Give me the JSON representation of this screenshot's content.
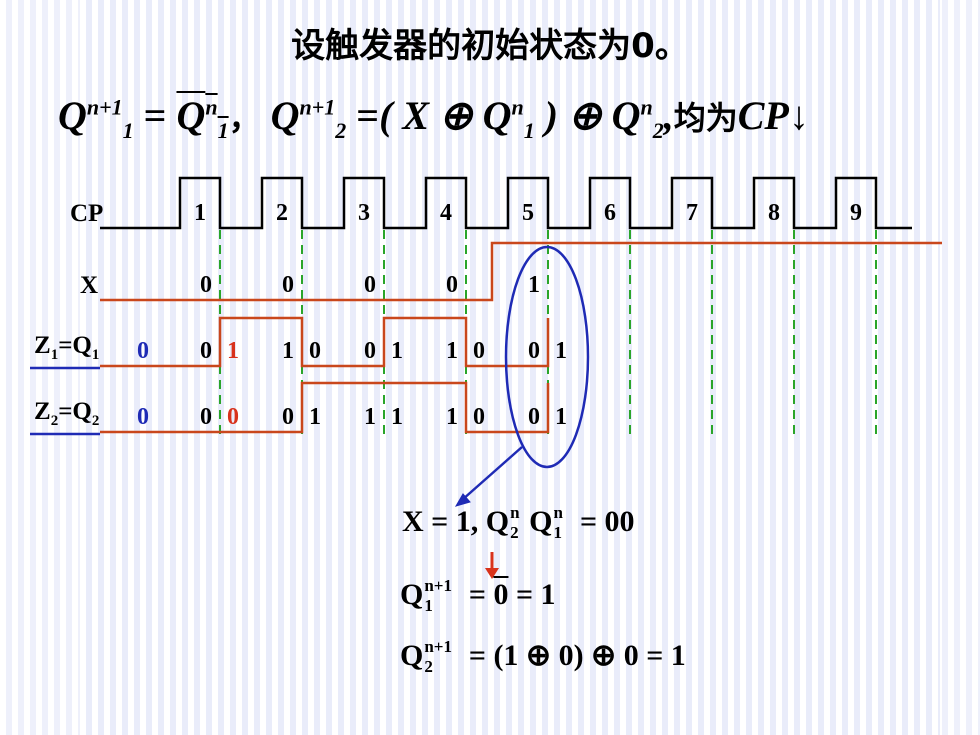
{
  "title": "设触发器的初始状态为0。",
  "equation": {
    "q1_lhs_base": "Q",
    "q1_lhs_sup": "n+1",
    "q1_lhs_sub": "1",
    "eq": "=",
    "q1_rhs_base": "Q",
    "q1_rhs_sup": "n",
    "q1_rhs_sub": "1",
    "sep": "，",
    "q2_lhs_base": "Q",
    "q2_lhs_sup": "n+1",
    "q2_lhs_sub": "2",
    "open": "( X ⊕ ",
    "q2_mid_base": "Q",
    "q2_mid_sup": "n",
    "q2_mid_sub": "1",
    "close": " ) ⊕ ",
    "q2_end_base": "Q",
    "q2_end_sup": "n",
    "q2_end_sub": "2",
    "tail_comma": ",",
    "tail_cn": "均为",
    "tail_cp": "CP",
    "arrow": "↓"
  },
  "signals": {
    "cp_label": "CP",
    "x_label": "X",
    "z1_label": "Z",
    "z1_sub": "1",
    "z1_rest": "=Q",
    "z1_sub2": "1",
    "z2_label": "Z",
    "z2_sub": "2",
    "z2_rest": "=Q",
    "z2_sub2": "2"
  },
  "cp_pulses": [
    "1",
    "2",
    "3",
    "4",
    "5",
    "6",
    "7",
    "8",
    "9"
  ],
  "x_values": [
    "0",
    "0",
    "0",
    "0",
    "1"
  ],
  "x_states": [
    0,
    0,
    0,
    0,
    1,
    1,
    1,
    1,
    1,
    1
  ],
  "q1_states": [
    0,
    1,
    0,
    1,
    0,
    1
  ],
  "q2_states": [
    0,
    0,
    1,
    1,
    0,
    1
  ],
  "q1_initial": "0",
  "q2_initial": "0",
  "q1_values": [
    {
      "left": "0",
      "right": "1",
      "right_color": "red"
    },
    {
      "left": "1",
      "right": "0"
    },
    {
      "left": "0",
      "right": "1"
    },
    {
      "left": "1",
      "right": "0"
    },
    {
      "left": "0",
      "right": "1"
    }
  ],
  "q2_values": [
    {
      "left": "0",
      "right": "0",
      "right_color": "red"
    },
    {
      "left": "0",
      "right": "1"
    },
    {
      "left": "1",
      "right": "1"
    },
    {
      "left": "1",
      "right": "0"
    },
    {
      "left": "0",
      "right": "1"
    }
  ],
  "result": {
    "line1_a": "X = 1, Q",
    "line1_q2_sup": "n",
    "line1_q2_sub": "2",
    "line1_b": "Q",
    "line1_q1_sup": "n",
    "line1_q1_sub": "1",
    "line1_c": " = 00",
    "line2_base": "Q",
    "line2_sup": "n+1",
    "line2_sub": "1",
    "line2_eq": " = ",
    "line2_bar": "0",
    "line2_tail": " = 1",
    "line3_base": "Q",
    "line3_sup": "n+1",
    "line3_sub": "2",
    "line3_rest": " = (1 ⊕ 0) ⊕ 0 = 1"
  },
  "colors": {
    "waveform": "#c9471c",
    "clock": "#000000",
    "marker": "#2aa52a",
    "ellipse": "#1f2bb5",
    "arrow": "#1f2bb5",
    "highlight": "#d8321c"
  }
}
